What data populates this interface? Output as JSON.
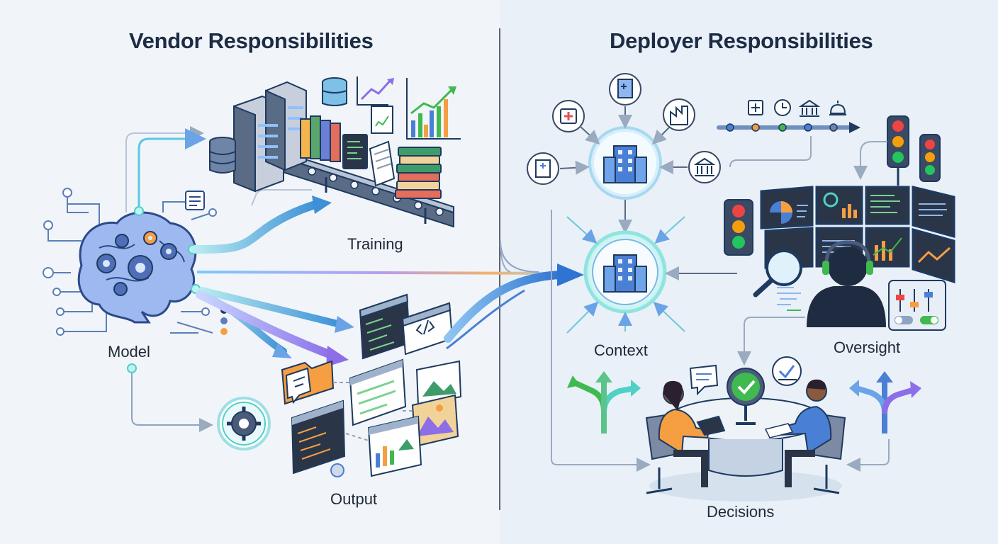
{
  "vendor": {
    "title": "Vendor Responsibilities",
    "labels": {
      "model": "Model",
      "training": "Training",
      "output": "Output"
    }
  },
  "deployer": {
    "title": "Deployer Responsibilities",
    "labels": {
      "context": "Context",
      "oversight": "Oversight",
      "decisions": "Decisions"
    }
  },
  "colors": {
    "navy": "#1e3a5f",
    "accent_blue": "#4a7fd6",
    "accent_teal": "#4fd1c5",
    "accent_purple": "#8b6ee8",
    "accent_green": "#3fb950",
    "accent_orange": "#f59e42",
    "traffic_red": "#ef4444",
    "traffic_yellow": "#f59e0b",
    "traffic_green": "#22c55e"
  },
  "icons": {
    "model": "brain-gears-icon",
    "training": "server-conveyor-icon",
    "output": "code-and-image-windows-icon",
    "context": "building-hub-icon",
    "oversight": "monitor-wall-operator-icon",
    "decisions": "meeting-table-icon",
    "timeline": [
      "medical-cross-icon",
      "clock-icon",
      "bank-icon",
      "alarm-icon"
    ]
  }
}
